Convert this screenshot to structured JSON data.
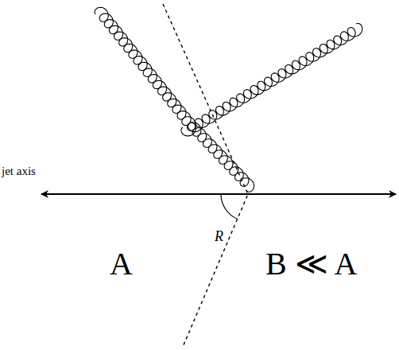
{
  "diagram": {
    "labels": [
      "jet axis",
      "R",
      "A",
      "B ≪ A"
    ]
  }
}
